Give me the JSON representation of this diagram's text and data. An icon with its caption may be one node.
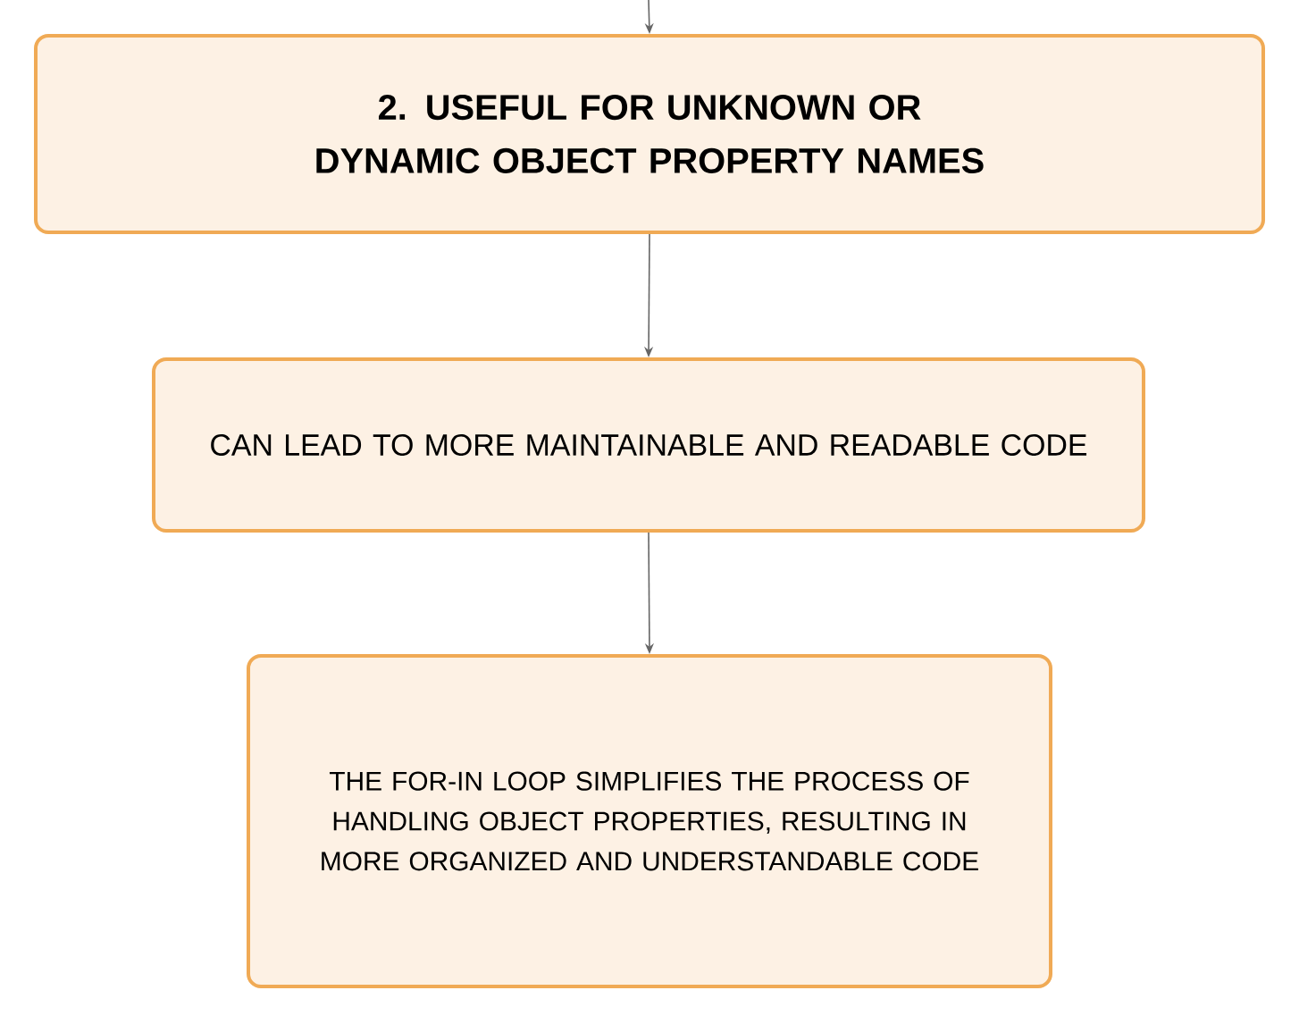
{
  "diagram": {
    "nodes": [
      {
        "text": [
          "2. USEFUL FOR UNKNOWN OR DYNAMIC OBJECT PROPERTY NAMES"
        ]
      },
      {
        "text": [
          "CAN LEAD TO MORE MAINTAINABLE AND READABLE CODE"
        ]
      },
      {
        "text": [
          "THE FOR-IN LOOP SIMPLIFIES THE PROCESS OF HANDLING OBJECT PROPERTIES, RESULTING IN MORE ORGANIZED AND UNDERSTANDABLE CODE"
        ]
      }
    ],
    "edges": [
      {
        "from": null,
        "to": 0,
        "arrow": "to"
      },
      {
        "from": 0,
        "to": 1,
        "arrow": "to"
      },
      {
        "from": 1,
        "to": 2,
        "arrow": "to"
      }
    ]
  }
}
